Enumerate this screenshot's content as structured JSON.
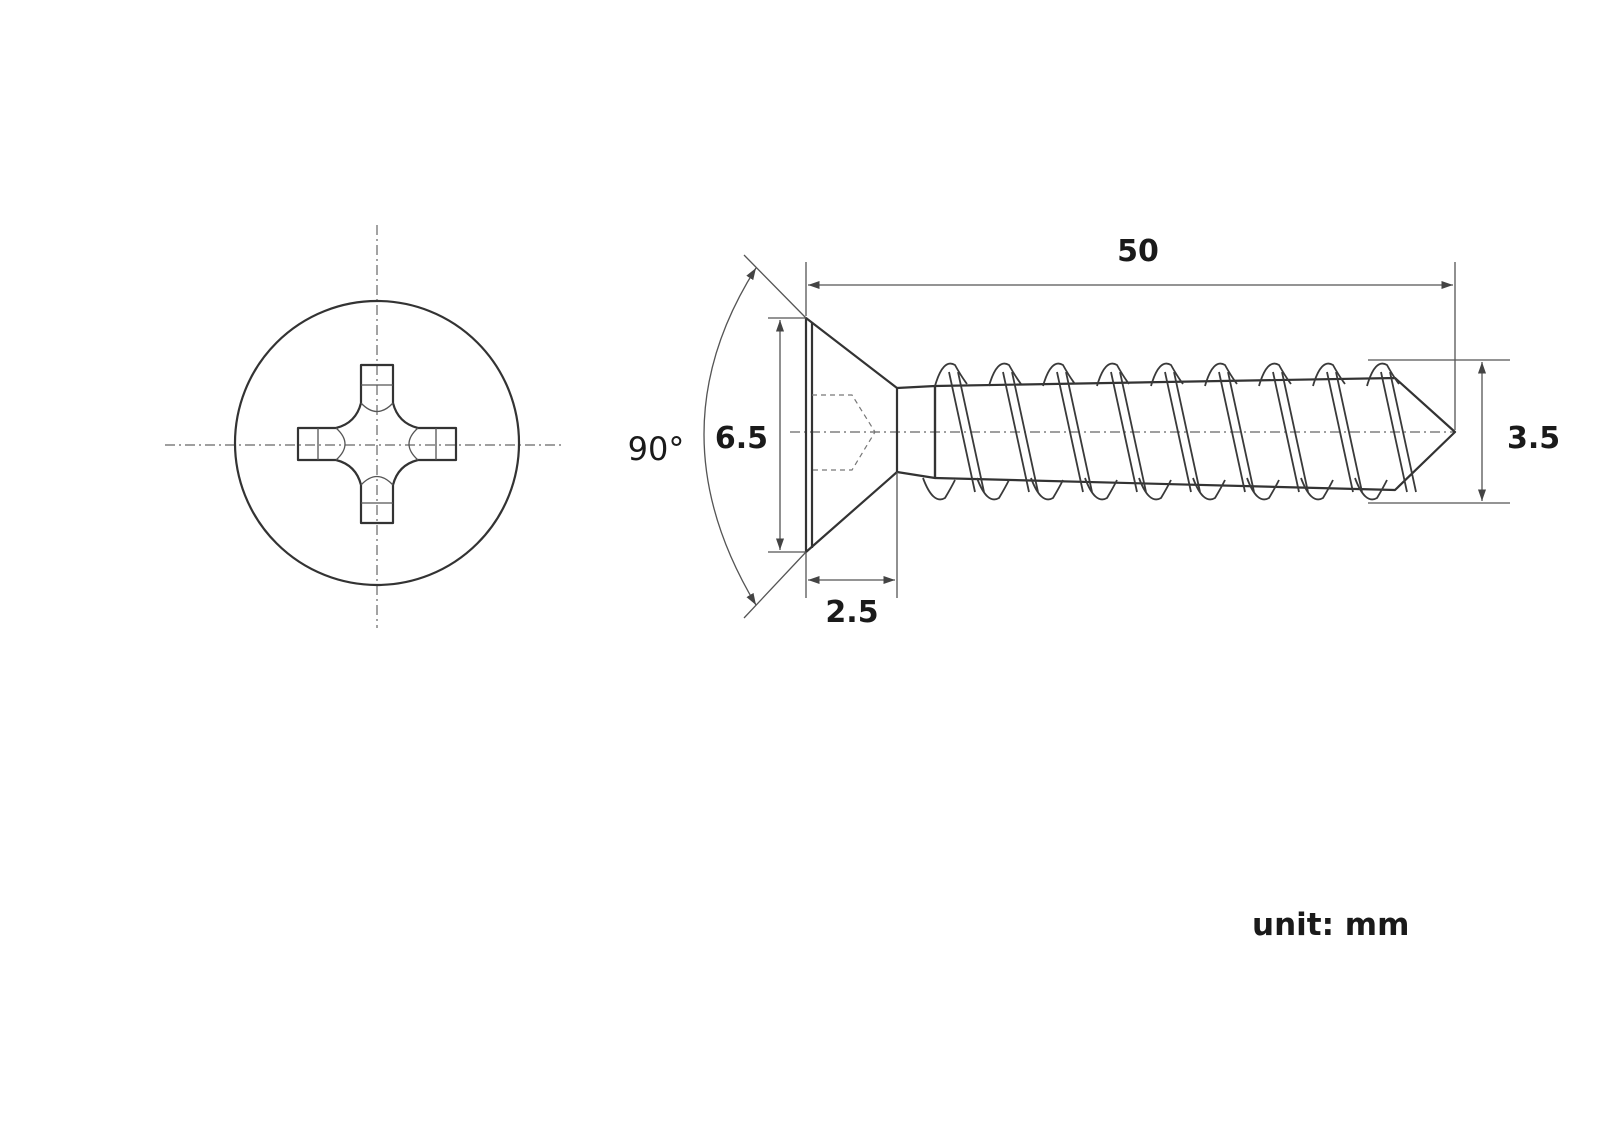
{
  "dimensions": {
    "length": "50",
    "head_diameter": "6.5",
    "head_height": "2.5",
    "thread_diameter": "3.5",
    "head_angle": "90°"
  },
  "unit_label": "unit:  mm",
  "colors": {
    "line": "#333333",
    "text": "#1a1a1a",
    "background": "#ffffff"
  }
}
